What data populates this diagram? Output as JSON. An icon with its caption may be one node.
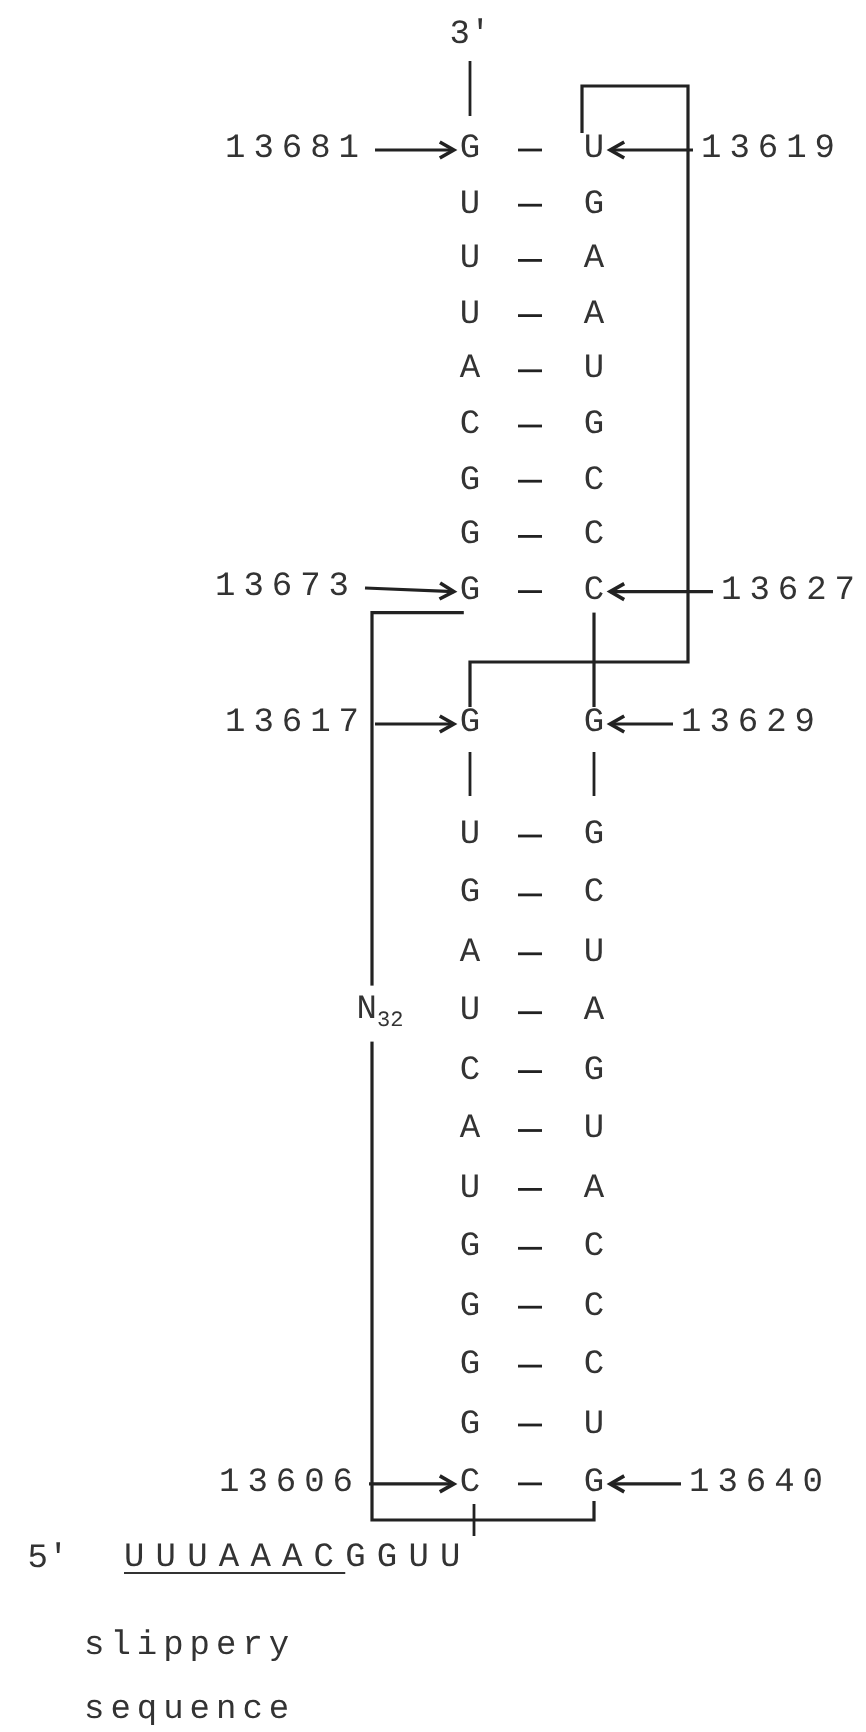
{
  "diagram": {
    "nodes": [
      {
        "text": [
          "13681"
        ]
      },
      {
        "text": [
          "G"
        ]
      },
      {
        "text": [
          "U"
        ]
      },
      {
        "text": [
          "13619"
        ]
      },
      {
        "text": [
          "13673"
        ]
      },
      {
        "text": [
          "G"
        ]
      },
      {
        "text": [
          "C"
        ]
      },
      {
        "text": [
          "13627"
        ]
      },
      {
        "text": [
          "13617"
        ]
      },
      {
        "text": [
          "G"
        ]
      },
      {
        "text": [
          "G"
        ]
      },
      {
        "text": [
          "13629"
        ]
      },
      {
        "text": [
          "13606"
        ]
      },
      {
        "text": [
          "C"
        ]
      },
      {
        "text": [
          "G"
        ]
      },
      {
        "text": [
          "13640"
        ]
      }
    ],
    "edges": [
      {
        "from": 0,
        "to": 1,
        "arrow": "to"
      },
      {
        "from": 3,
        "to": 2,
        "arrow": "to"
      },
      {
        "from": 4,
        "to": 5,
        "arrow": "to"
      },
      {
        "from": 7,
        "to": 6,
        "arrow": "to"
      },
      {
        "from": 8,
        "to": 9,
        "arrow": "to"
      },
      {
        "from": 11,
        "to": 10,
        "arrow": "to"
      },
      {
        "from": 12,
        "to": 13,
        "arrow": "to"
      },
      {
        "from": 15,
        "to": 14,
        "arrow": "to"
      },
      {
        "from": 2,
        "to": 9,
        "arrow": "none"
      },
      {
        "from": 6,
        "to": 10,
        "arrow": "none"
      },
      {
        "from": 5,
        "to": 14,
        "arrow": "none"
      }
    ],
    "labels": [
      "3′",
      "U",
      "G",
      "U",
      "A",
      "U",
      "A",
      "A",
      "U",
      "C",
      "G",
      "G",
      "C",
      "G",
      "C",
      "U",
      "G",
      "G",
      "C",
      "A",
      "U",
      "N$_{32}$",
      "U",
      "A",
      "C",
      "G",
      "A",
      "U",
      "U",
      "A",
      "G",
      "C",
      "G",
      "C",
      "G",
      "C",
      "G",
      "U",
      "5′",
      "UUUAAAC",
      "GGUU",
      "slippery sequence"
    ]
  }
}
